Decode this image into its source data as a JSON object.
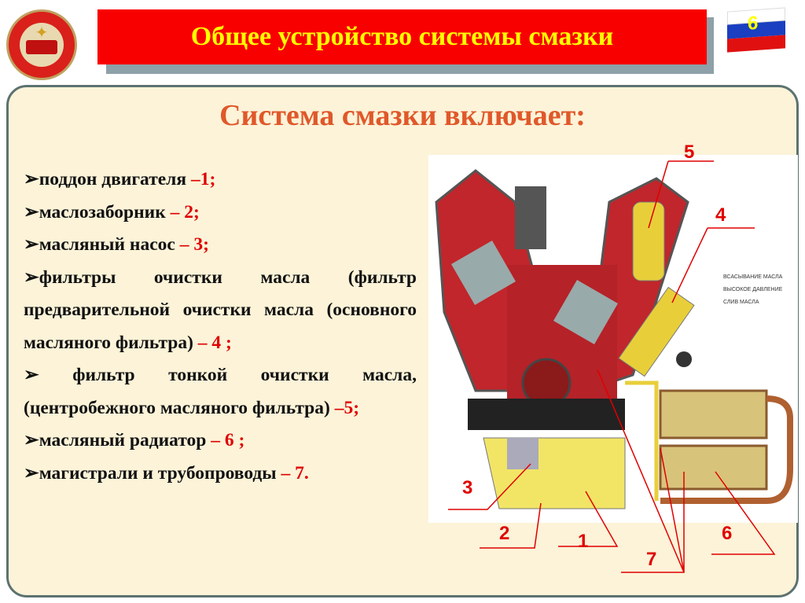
{
  "header": {
    "title": "Общее устройство системы смазки",
    "slide_number": "6"
  },
  "subtitle": "Система смазки включает:",
  "items": [
    {
      "text": "поддон двигателя ",
      "ref": "–1;"
    },
    {
      "text": "маслозаборник ",
      "ref": "– 2;"
    },
    {
      "text": "масляный насос ",
      "ref": "– 3;"
    },
    {
      "text": "фильтры очистки масла (фильтр предварительной очистки масла (основного масляного фильтра) ",
      "ref": "– 4 ;"
    },
    {
      "text": "фильтр тонкой очистки масла, (центробежного масляного фильтра) ",
      "ref": "–5;"
    },
    {
      "text": "масляный радиатор ",
      "ref": "– 6 ;"
    },
    {
      "text": "магистрали и трубопроводы ",
      "ref": "– 7."
    }
  ],
  "diagram": {
    "legend": [
      "ВСАСЫВАНИЕ МАСЛА",
      "ВЫСОКОЕ ДАВЛЕНИЕ",
      "СЛИВ МАСЛА"
    ],
    "labels": [
      "1",
      "2",
      "3",
      "4",
      "5",
      "6",
      "7"
    ]
  },
  "colors": {
    "header_bg": "#f90000",
    "header_text": "#ffff00",
    "subtitle": "#e0582a",
    "accent": "#e00000"
  }
}
